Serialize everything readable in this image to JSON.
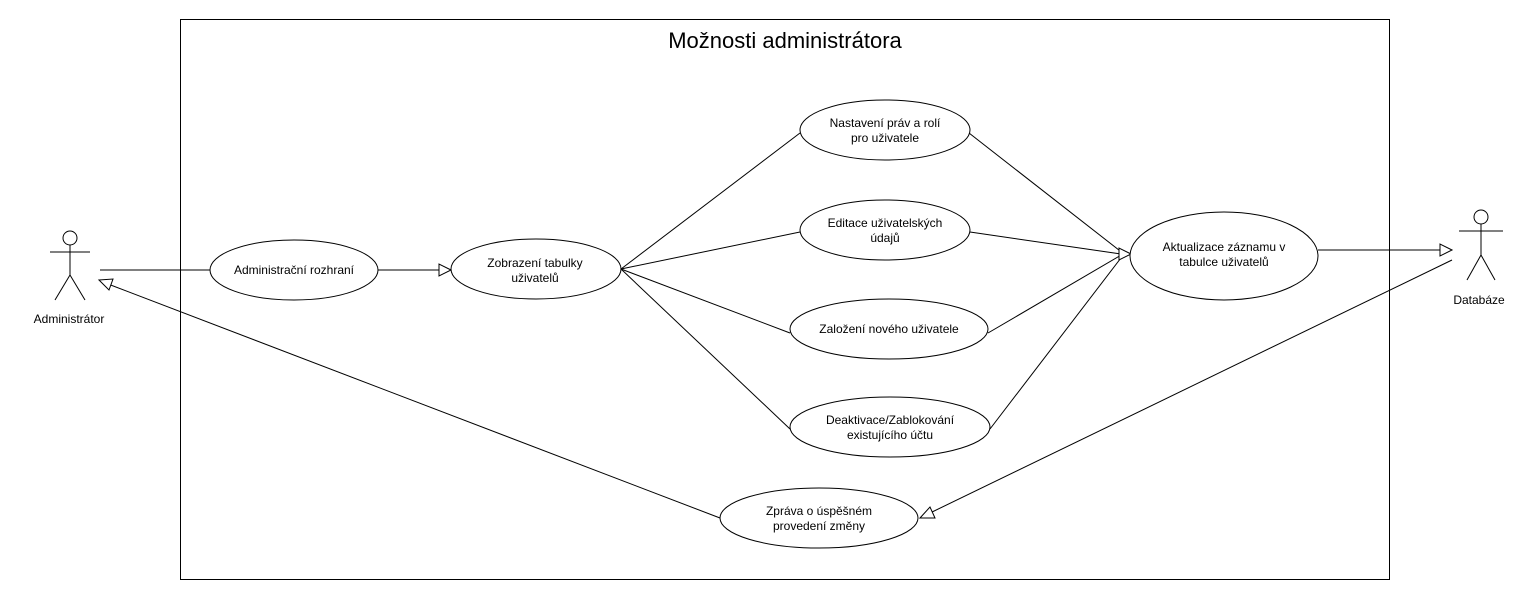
{
  "system": {
    "title": "Možnosti administrátora"
  },
  "actors": {
    "admin": {
      "label": "Administrátor"
    },
    "db": {
      "label": "Databáze"
    }
  },
  "use_cases": {
    "admin_iface": [
      "Administrační rozhraní"
    ],
    "table": [
      "Zobrazení tabulky",
      "uživatelů"
    ],
    "rights": [
      "Nastavení práv a rolí",
      "pro uživatele"
    ],
    "edit": [
      "Editace uživatelských",
      "údajů"
    ],
    "create": [
      "Založení nového uživatele"
    ],
    "deact": [
      "Deaktivace/Zablokování",
      "existujícího účtu"
    ],
    "update": [
      "Aktualizace záznamu v",
      "tabulce uživatelů"
    ],
    "msg": [
      "Zpráva o úspěšném",
      "provedení změny"
    ]
  },
  "colors": {
    "stroke": "#000000",
    "background": "#ffffff"
  }
}
